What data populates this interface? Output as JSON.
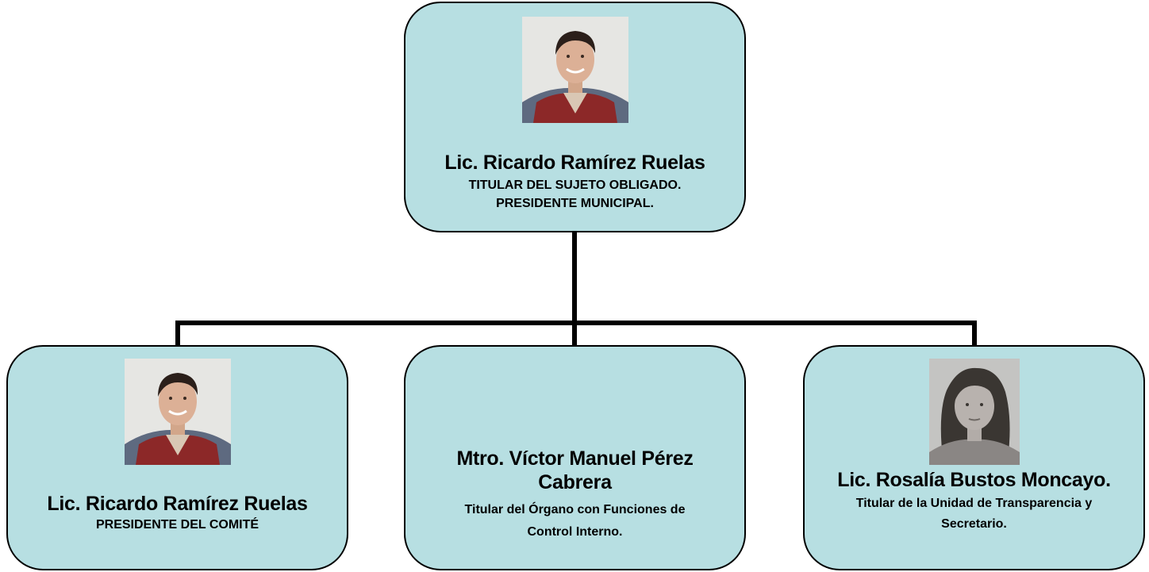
{
  "org_chart": {
    "top": {
      "name": "Lic. Ricardo Ramírez Ruelas",
      "role_lines": [
        "TITULAR DEL SUJETO OBLIGADO.",
        "PRESIDENTE MUNICIPAL."
      ],
      "photo": "man-portrait-red-vest"
    },
    "children": [
      {
        "name": "Lic. Ricardo Ramírez Ruelas",
        "role_lines": [
          "PRESIDENTE DEL COMITÉ"
        ],
        "photo": "man-portrait-red-vest"
      },
      {
        "name_lines": [
          "Mtro. Víctor Manuel Pérez",
          "Cabrera"
        ],
        "role_lines": [
          "Titular del Órgano con Funciones de",
          "Control Interno."
        ]
      },
      {
        "name": "Lic. Rosalía Bustos Moncayo.",
        "role_lines": [
          "Titular de la Unidad de Transparencia y",
          "Secretario."
        ],
        "photo": "woman-portrait-grayscale"
      }
    ]
  },
  "colors": {
    "box_fill": "#b7dfe2",
    "box_border": "#000000",
    "connector": "#000000"
  }
}
